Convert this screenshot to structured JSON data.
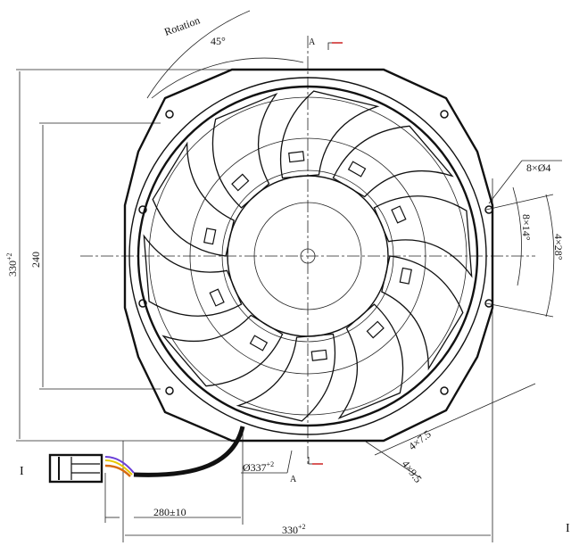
{
  "drawing": {
    "rotation_label": "Rotation",
    "rotation_angle": "45°",
    "section_label_top": "A",
    "section_label_bottom": "A",
    "height_dim": "330",
    "height_tol": "+2",
    "mount_height_dim": "240",
    "holes_label": "8×Ø4",
    "hole_angle_label": "8×14°",
    "group_angle_label": "4×28°",
    "slot_width_label": "4×7.5",
    "slot_length_label": "4×9.5",
    "diameter_dim": "Ø337",
    "diameter_tol": "+2",
    "cable_length_dim": "280±10",
    "width_dim": "330",
    "width_tol": "+2",
    "view_label_left": "I",
    "view_label_right": "I",
    "blade_count": 10,
    "colors": {
      "line": "#111111",
      "section_arrow": "#cc2222",
      "wire_purple": "#6a3fd8",
      "wire_yellow": "#e8c800",
      "wire_orange": "#d86a10"
    }
  }
}
